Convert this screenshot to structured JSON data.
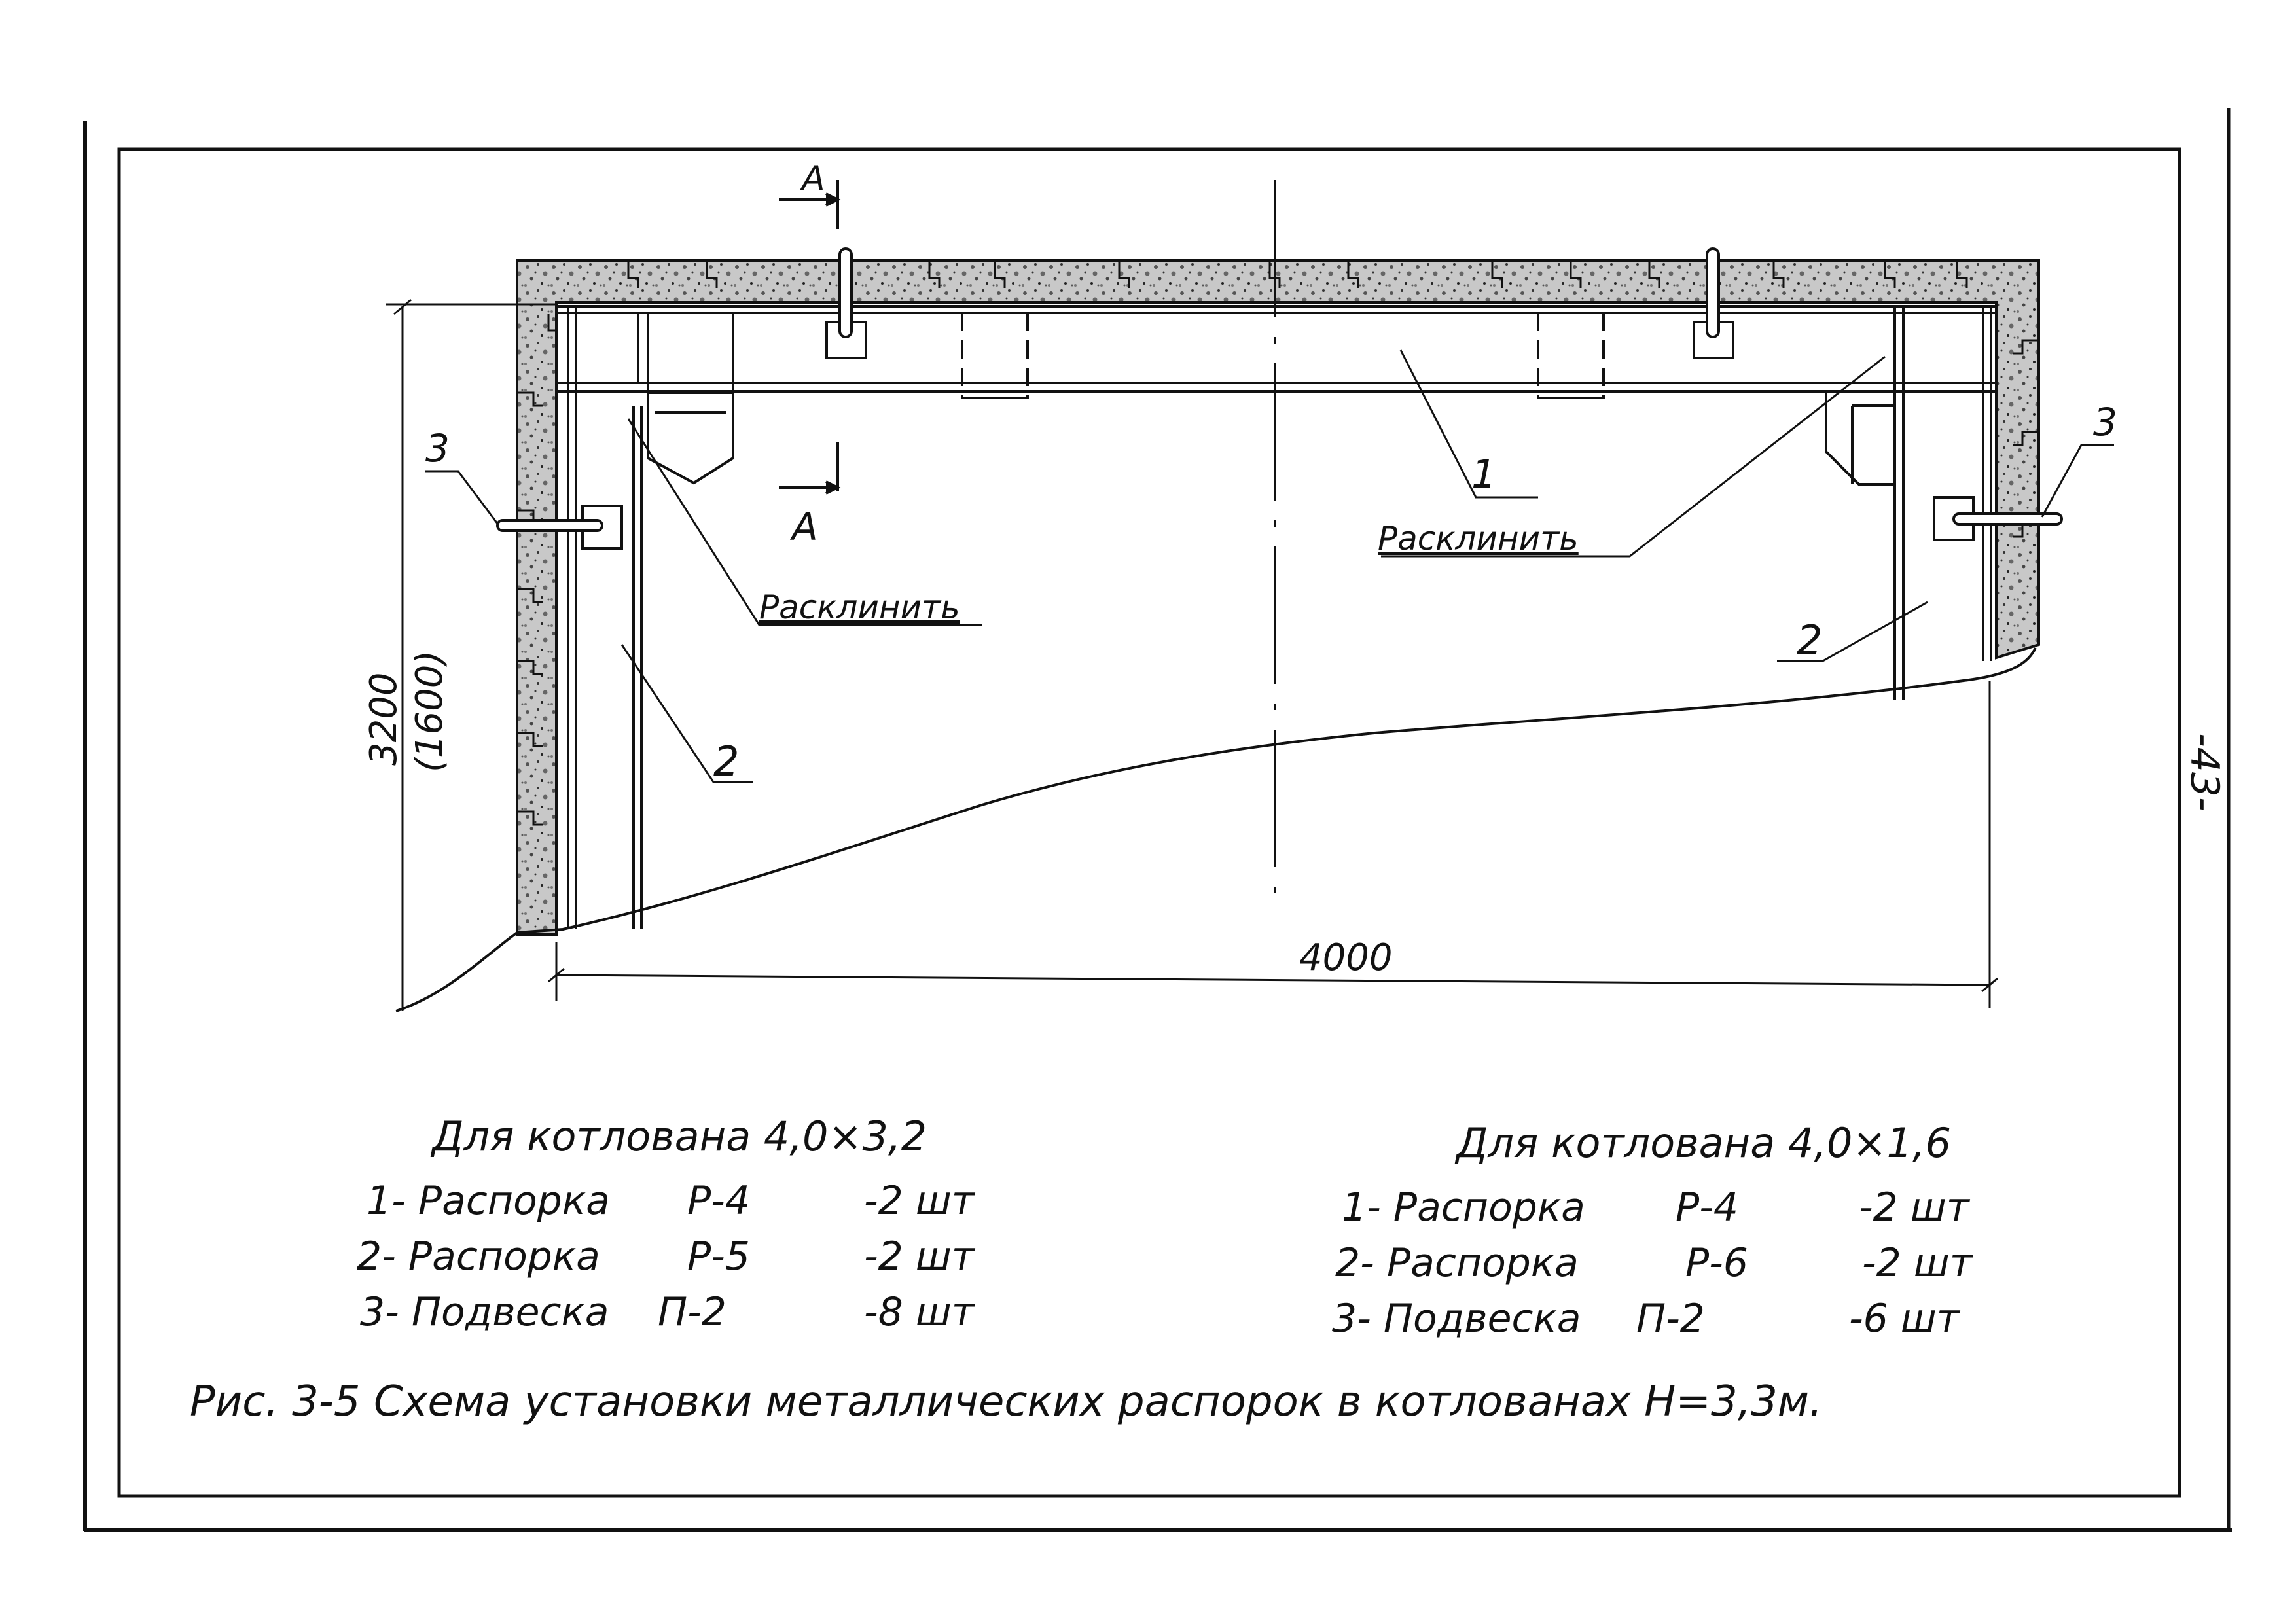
{
  "page_number": "-43-",
  "drawing": {
    "dim_height": "3200",
    "dim_height_alt": "(1600)",
    "dim_width": "4000",
    "section_mark": "А",
    "callout_wedge": "Расклинить",
    "callout_1": "1",
    "callout_2": "2",
    "callout_3": "3"
  },
  "legend_left": {
    "title": "Для котлована 4,0×3,2",
    "items": [
      {
        "label": "1- Распорка",
        "code": "Р-4",
        "qty": "-2 шт"
      },
      {
        "label": "2- Распорка",
        "code": "Р-5",
        "qty": "-2 шт"
      },
      {
        "label": "3- Подвеска",
        "code": "П-2",
        "qty": "-8 шт"
      }
    ]
  },
  "legend_right": {
    "title": "Для котлована 4,0×1,6",
    "items": [
      {
        "label": "1- Распорка",
        "code": "Р-4",
        "qty": "-2 шт"
      },
      {
        "label": "2- Распорка",
        "code": "Р-6",
        "qty": "-2 шт"
      },
      {
        "label": "3- Подвеска",
        "code": "П-2",
        "qty": "-6 шт"
      }
    ]
  },
  "caption": "Рис. 3-5 Схема установки металлических распорок в котлованах Н=3,3м."
}
